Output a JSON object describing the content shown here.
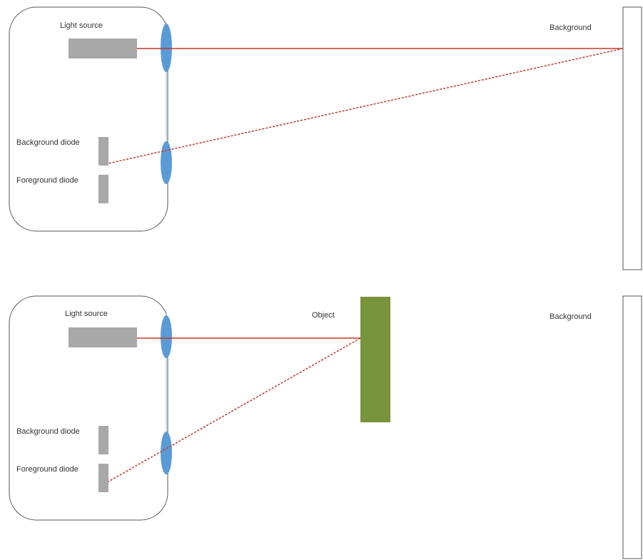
{
  "colors": {
    "housing_stroke": "#555555",
    "source_fill": "#a8a8a8",
    "diode_fill": "#a8a8a8",
    "lens_fill": "#5b9bd5",
    "beam": "#c0392b",
    "object_fill": "#77933c",
    "background_stroke": "#555555"
  },
  "top_scene": {
    "light_source_label": "Light source",
    "background_label": "Background",
    "background_diode_label": "Background diode",
    "foreground_diode_label": "Foreground diode",
    "reflected_onto": "Background diode"
  },
  "bottom_scene": {
    "light_source_label": "Light source",
    "object_label": "Object",
    "background_label": "Background",
    "background_diode_label": "Background diode",
    "foreground_diode_label": "Foreground diode",
    "reflected_onto": "Foreground diode"
  }
}
